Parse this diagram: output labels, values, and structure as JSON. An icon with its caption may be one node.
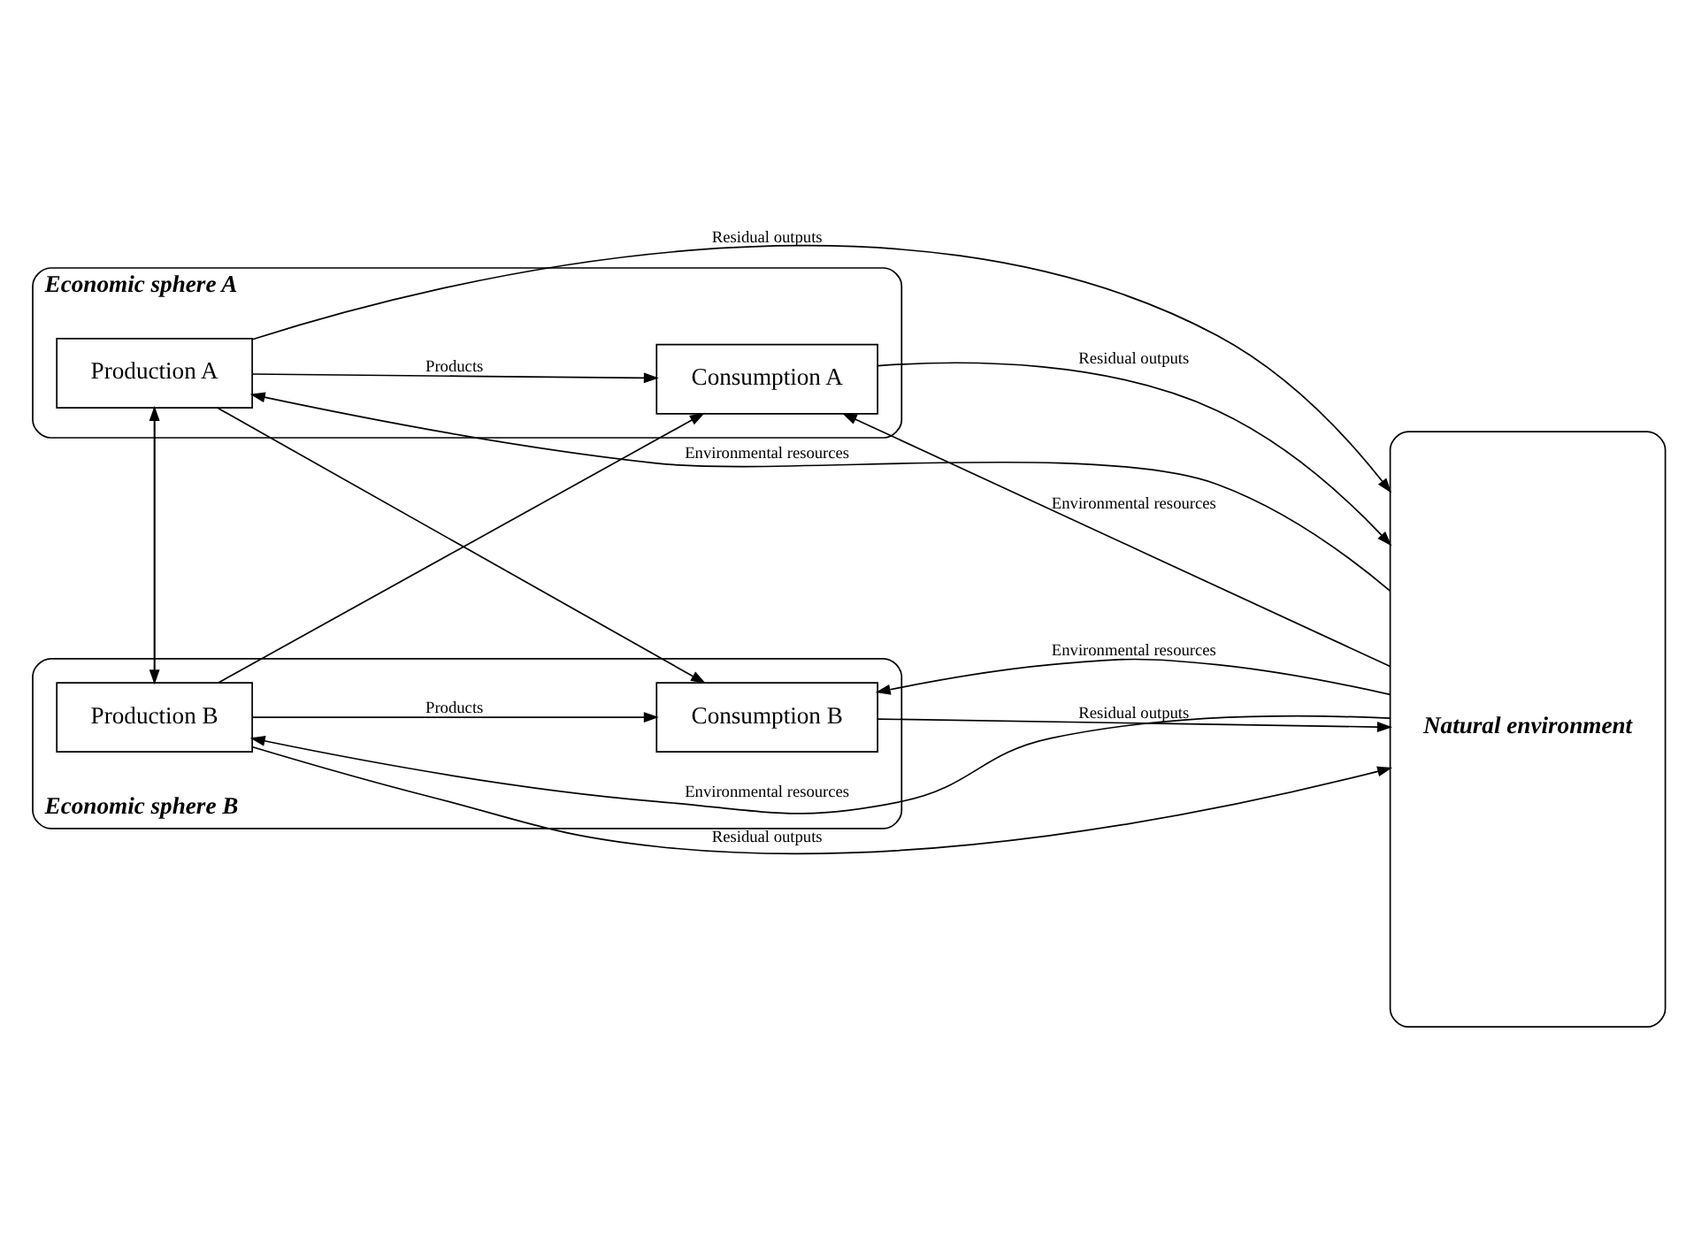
{
  "diagram": {
    "nodes": [
      {
        "text": [
          "Economic sphere A"
        ]
      },
      {
        "text": [
          "Production A"
        ],
        "in": 0
      },
      {
        "text": [
          "Consumption A"
        ],
        "in": 0
      },
      {
        "text": [
          "Natural environment"
        ]
      },
      {
        "text": [
          "Economic sphere B"
        ]
      },
      {
        "text": [
          "Consumption B"
        ],
        "in": 4
      },
      {
        "text": [
          "Production B"
        ],
        "in": 4
      }
    ],
    "edges": [
      {
        "from": 3,
        "to": 1,
        "arrow": "to",
        "label": "Environmental resources"
      },
      {
        "from": 1,
        "to": 3,
        "arrow": "to",
        "label": "Residual outputs"
      },
      {
        "from": 3,
        "to": 2,
        "arrow": "to",
        "label": "Environmental resources"
      },
      {
        "from": 2,
        "to": 3,
        "arrow": "to",
        "label": "Residual outputs"
      },
      {
        "from": 3,
        "to": 5,
        "arrow": "to",
        "label": "Environmental resources"
      },
      {
        "from": 5,
        "to": 3,
        "arrow": "to",
        "label": "Residual outputs"
      },
      {
        "from": 3,
        "to": 6,
        "arrow": "to",
        "label": "Environmental resources"
      },
      {
        "from": 6,
        "to": 3,
        "arrow": "to",
        "label": "Residual outputs"
      },
      {
        "from": 1,
        "to": 2,
        "arrow": "to",
        "label": "Products"
      },
      {
        "from": 1,
        "to": 5,
        "arrow": "to"
      },
      {
        "from": 1,
        "to": 6,
        "arrow": "to"
      },
      {
        "from": 6,
        "to": 1,
        "arrow": "to"
      },
      {
        "from": 6,
        "to": 2,
        "arrow": "to"
      },
      {
        "from": 6,
        "to": 5,
        "arrow": "to",
        "label": "Products"
      }
    ]
  }
}
